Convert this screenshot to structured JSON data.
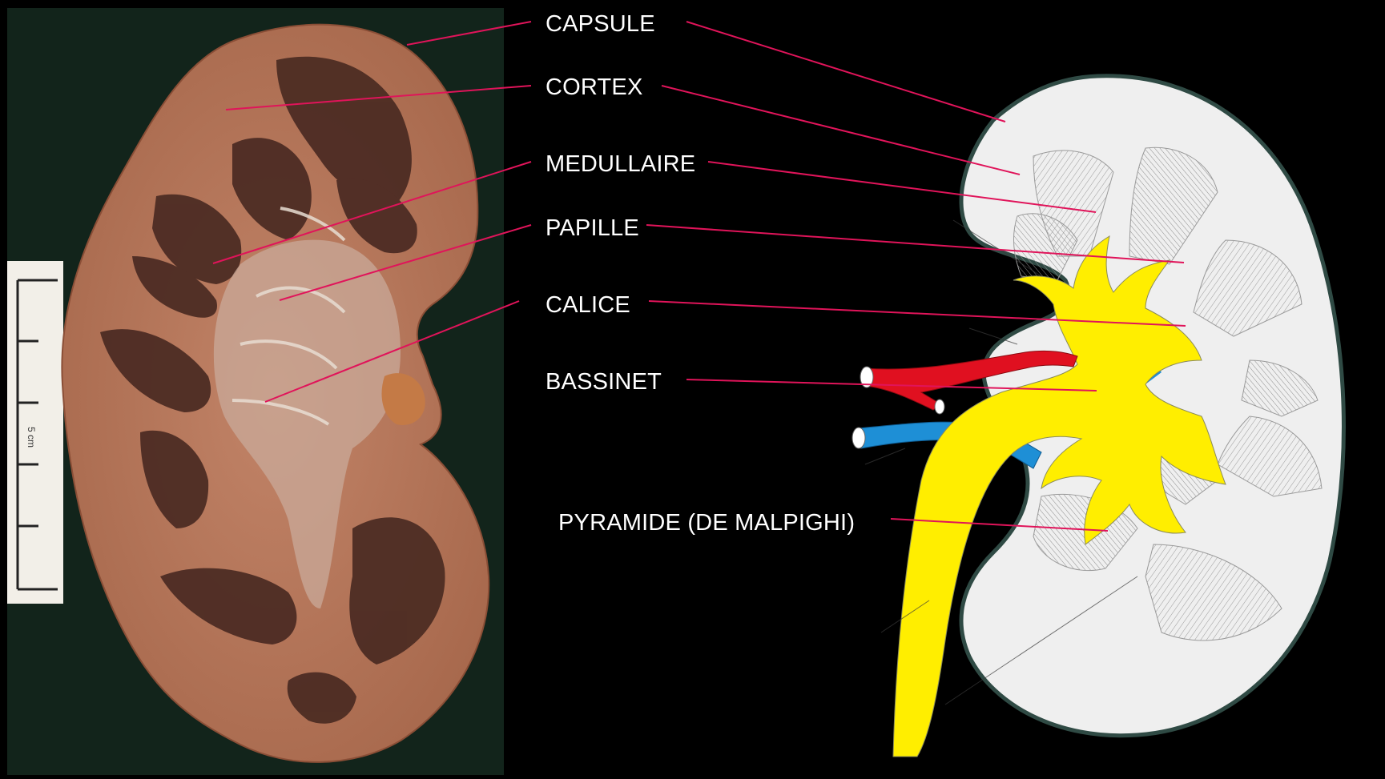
{
  "labels": {
    "capsule": "CAPSULE",
    "cortex": "CORTEX",
    "medullaire": "MEDULLAIRE",
    "papille": "PAPILLE",
    "calice": "CALICE",
    "bassinet": "BASSINET",
    "pyramide": "PYRAMIDE (DE MALPIGHI)"
  },
  "scale_label": "5 cm",
  "colors": {
    "background": "#000000",
    "leader_line": "#e0145a",
    "specimen_bg": "#12241b",
    "cortex_tissue": "#b9765a",
    "medulla_tissue": "#4a2a22",
    "drawing_parenchyma": "#efefef",
    "urinary_tract": "#ffee00",
    "renal_artery": "#e01020",
    "renal_vein": "#1e8fd6"
  }
}
